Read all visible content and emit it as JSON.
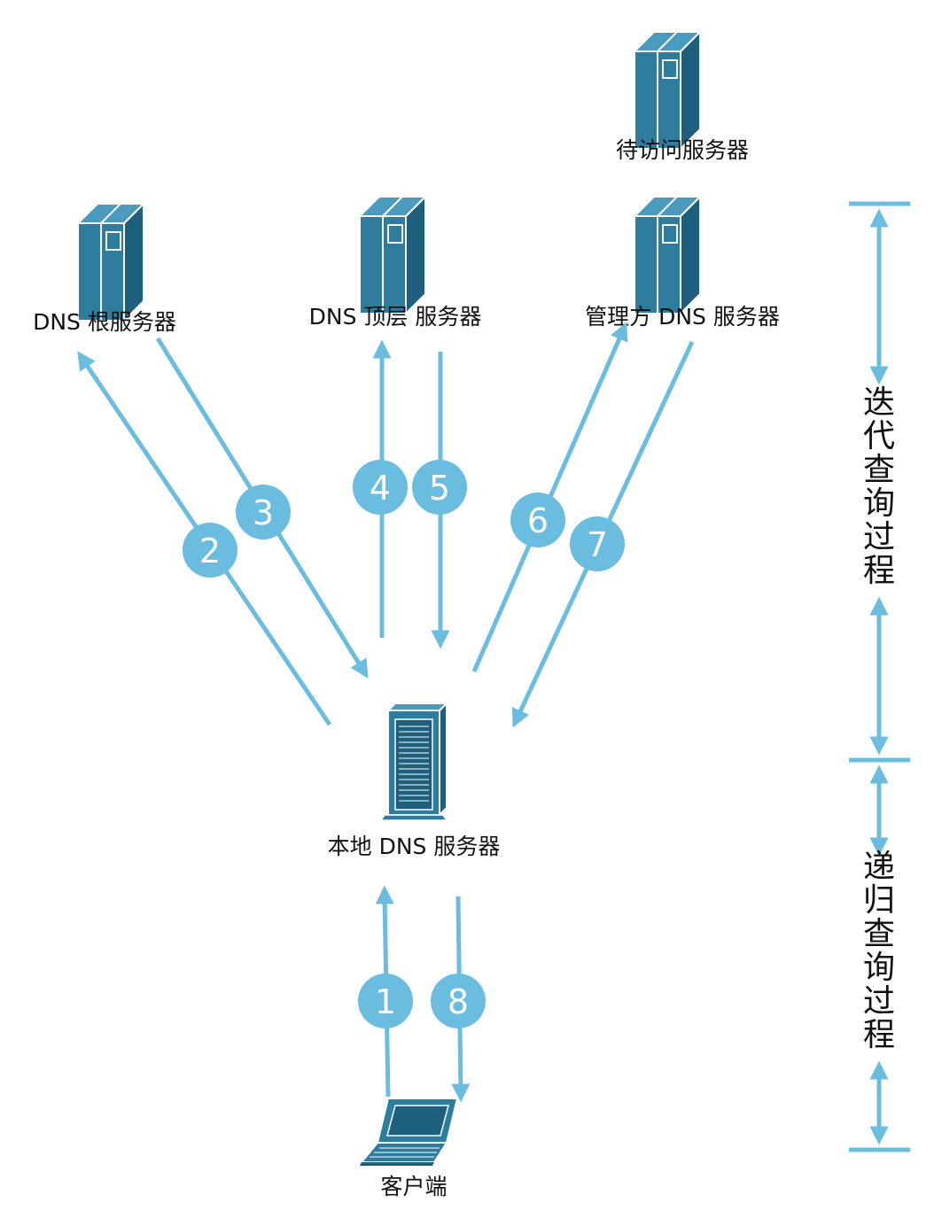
{
  "colors": {
    "arrow": "#6bbde0",
    "server_front": "#2e7d9e",
    "server_side": "#1e5f7e",
    "server_top": "#4a9bbd",
    "text": "#111111"
  },
  "nodes": {
    "target_server": {
      "label": "待访问服务器",
      "icon": "tower-server-icon"
    },
    "root_server": {
      "label": "DNS 根服务器",
      "icon": "tower-server-icon"
    },
    "tld_server": {
      "label": "DNS 顶层 服务器",
      "icon": "tower-server-icon"
    },
    "auth_server": {
      "label": "管理方 DNS 服务器",
      "icon": "tower-server-icon"
    },
    "local_server": {
      "label": "本地 DNS 服务器",
      "icon": "rack-server-icon"
    },
    "client": {
      "label": "客户端",
      "icon": "laptop-icon"
    }
  },
  "steps": [
    "1",
    "2",
    "3",
    "4",
    "5",
    "6",
    "7",
    "8"
  ],
  "phases": {
    "iterative": "迭代查询过程",
    "recursive": "递归查询过程"
  }
}
